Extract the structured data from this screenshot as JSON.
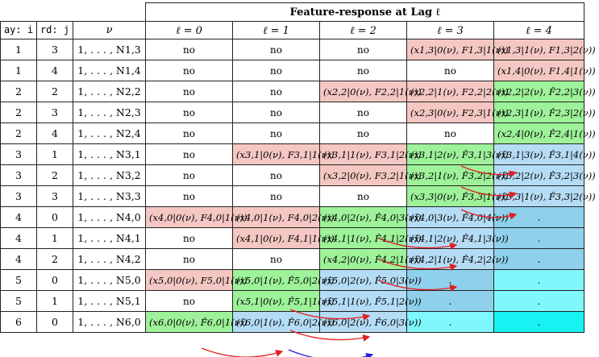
{
  "header": {
    "group_title": "Feature-response at Lag ℓ",
    "col_i": "ay: i",
    "col_j": "rd: j",
    "col_nu": "ν",
    "lags": [
      "ℓ = 0",
      "ℓ = 1",
      "ℓ = 2",
      "ℓ = 3",
      "ℓ = 4"
    ]
  },
  "colors": {
    "none": "#ffffff",
    "red": "#f4c7c3",
    "green": "#9ef29a",
    "blue": "#b5dcf5",
    "blue2": "#8fd0ec",
    "cyan": "#7ff7fb",
    "cyan2": "#19f2f2",
    "arrow_red": "#e02020",
    "arrow_blue": "#2020e0"
  },
  "rows": [
    {
      "i": "1",
      "j": "3",
      "nu": "1, . . . , N1,3",
      "cells": [
        {
          "t": "no",
          "c": "none"
        },
        {
          "t": "no",
          "c": "none"
        },
        {
          "t": "no",
          "c": "none"
        },
        {
          "t": "(x1,3|0(ν), F1,3|1(ν))",
          "c": "red"
        },
        {
          "t": "(x1,3|1(ν), F1,3|2(ν))",
          "c": "red"
        }
      ]
    },
    {
      "i": "1",
      "j": "4",
      "nu": "1, . . . , N1,4",
      "cells": [
        {
          "t": "no",
          "c": "none"
        },
        {
          "t": "no",
          "c": "none"
        },
        {
          "t": "no",
          "c": "none"
        },
        {
          "t": "no",
          "c": "none"
        },
        {
          "t": "(x1,4|0(ν), F1,4|1(ν))",
          "c": "red"
        }
      ]
    },
    {
      "i": "2",
      "j": "2",
      "nu": "1, . . . , N2,2",
      "cells": [
        {
          "t": "no",
          "c": "none"
        },
        {
          "t": "no",
          "c": "none"
        },
        {
          "t": "(x2,2|0(ν), F2,2|1(ν))",
          "c": "red"
        },
        {
          "t": "(x2,2|1(ν), F2,2|2(ν))",
          "c": "red"
        },
        {
          "t": "(x2,2|2(ν), F̂2,2|3(ν))",
          "c": "green"
        }
      ]
    },
    {
      "i": "2",
      "j": "3",
      "nu": "1, . . . , N2,3",
      "cells": [
        {
          "t": "no",
          "c": "none"
        },
        {
          "t": "no",
          "c": "none"
        },
        {
          "t": "no",
          "c": "none"
        },
        {
          "t": "(x2,3|0(ν), F2,3|1(ν))",
          "c": "red"
        },
        {
          "t": "(x2,3|1(ν), F̂2,3|2(ν))",
          "c": "green"
        }
      ]
    },
    {
      "i": "2",
      "j": "4",
      "nu": "1, . . . , N2,4",
      "cells": [
        {
          "t": "no",
          "c": "none"
        },
        {
          "t": "no",
          "c": "none"
        },
        {
          "t": "no",
          "c": "none"
        },
        {
          "t": "no",
          "c": "none"
        },
        {
          "t": "(x2,4|0(ν), F̂2,4|1(ν))",
          "c": "green"
        }
      ]
    },
    {
      "i": "3",
      "j": "1",
      "nu": "1, . . . , N3,1",
      "cells": [
        {
          "t": "no",
          "c": "none"
        },
        {
          "t": "(x3,1|0(ν), F3,1|1(ν))",
          "c": "red"
        },
        {
          "t": "(x3,1|1(ν), F3,1|2(ν))",
          "c": "red"
        },
        {
          "t": "(x3,1|2(ν), F̂3,1|3(ν))",
          "c": "green"
        },
        {
          "t": "(x̂3,1|3(ν), F̂3,1|4(ν))",
          "c": "blue"
        }
      ]
    },
    {
      "i": "3",
      "j": "2",
      "nu": "1, . . . , N3,2",
      "cells": [
        {
          "t": "no",
          "c": "none"
        },
        {
          "t": "no",
          "c": "none"
        },
        {
          "t": "(x3,2|0(ν), F3,2|1(ν))",
          "c": "red"
        },
        {
          "t": "(x3,2|1(ν), F̂3,2|2(ν))",
          "c": "green"
        },
        {
          "t": "(x̂3,2|2(ν), F̂3,2|3(ν))",
          "c": "blue"
        }
      ]
    },
    {
      "i": "3",
      "j": "3",
      "nu": "1, . . . , N3,3",
      "cells": [
        {
          "t": "no",
          "c": "none"
        },
        {
          "t": "no",
          "c": "none"
        },
        {
          "t": "no",
          "c": "none"
        },
        {
          "t": "(x3,3|0(ν), F̂3,3|1(ν))",
          "c": "green"
        },
        {
          "t": "(x̂3,3|1(ν), F̂3,3|2(ν))",
          "c": "blue"
        }
      ]
    },
    {
      "i": "4",
      "j": "0",
      "nu": "1, . . . , N4,0",
      "cells": [
        {
          "t": "(x4,0|0(ν), F4,0|1(ν))",
          "c": "red"
        },
        {
          "t": "(x4,0|1(ν), F4,0|2(ν))",
          "c": "red"
        },
        {
          "t": "(x4,0|2(ν), F̂4,0|3(ν))",
          "c": "green"
        },
        {
          "t": "(x̂4,0|3(ν), F̂4,0|4(ν))",
          "c": "blue"
        },
        {
          "t": ".",
          "c": "blue2"
        }
      ]
    },
    {
      "i": "4",
      "j": "1",
      "nu": "1, . . . , N4,1",
      "cells": [
        {
          "t": "no",
          "c": "none"
        },
        {
          "t": "(x4,1|0(ν), F4,1|1(ν))",
          "c": "red"
        },
        {
          "t": "(x4,1|1(ν), F̂4,1|2(ν))",
          "c": "green"
        },
        {
          "t": "(x̂4,1|2(ν), F̂4,1|3(ν))",
          "c": "blue"
        },
        {
          "t": ".",
          "c": "blue2"
        }
      ]
    },
    {
      "i": "4",
      "j": "2",
      "nu": "1, . . . , N4,2",
      "cells": [
        {
          "t": "no",
          "c": "none"
        },
        {
          "t": "no",
          "c": "none"
        },
        {
          "t": "(x4,2|0(ν), F̂4,2|1(ν))",
          "c": "green"
        },
        {
          "t": "(x̂4,2|1(ν), F̂4,2|2(ν))",
          "c": "blue"
        },
        {
          "t": ".",
          "c": "blue2"
        }
      ]
    },
    {
      "i": "5",
      "j": "0",
      "nu": "1, . . . , N5,0",
      "cells": [
        {
          "t": "(x5,0|0(ν), F5,0|1(ν))",
          "c": "red"
        },
        {
          "t": "(x5,0|1(ν), F̂5,0|2(ν))",
          "c": "green"
        },
        {
          "t": "(x̂5,0|2(ν), F̂5,0|3(ν))",
          "c": "blue"
        },
        {
          "t": ".",
          "c": "blue2"
        },
        {
          "t": ".",
          "c": "cyan"
        }
      ]
    },
    {
      "i": "5",
      "j": "1",
      "nu": "1, . . . , N5,1",
      "cells": [
        {
          "t": "no",
          "c": "none"
        },
        {
          "t": "(x5,1|0(ν), F̂5,1|1(ν))",
          "c": "green"
        },
        {
          "t": "(x̂5,1|1(ν), F̂5,1|2(ν))",
          "c": "blue"
        },
        {
          "t": ".",
          "c": "blue2"
        },
        {
          "t": ".",
          "c": "cyan"
        }
      ]
    },
    {
      "i": "6",
      "j": "0",
      "nu": "1, . . . , N6,0",
      "cells": [
        {
          "t": "(x6,0|0(ν), F̂6,0|1(ν))",
          "c": "green"
        },
        {
          "t": "(x̂6,0|1(ν), F̂6,0|2(ν))",
          "c": "blue"
        },
        {
          "t": "(x̂6,0|2(ν), F̂6,0|3(ν))",
          "c": "blue"
        },
        {
          "t": ".",
          "c": "cyan"
        },
        {
          "t": ".",
          "c": "cyan2"
        }
      ]
    }
  ]
}
